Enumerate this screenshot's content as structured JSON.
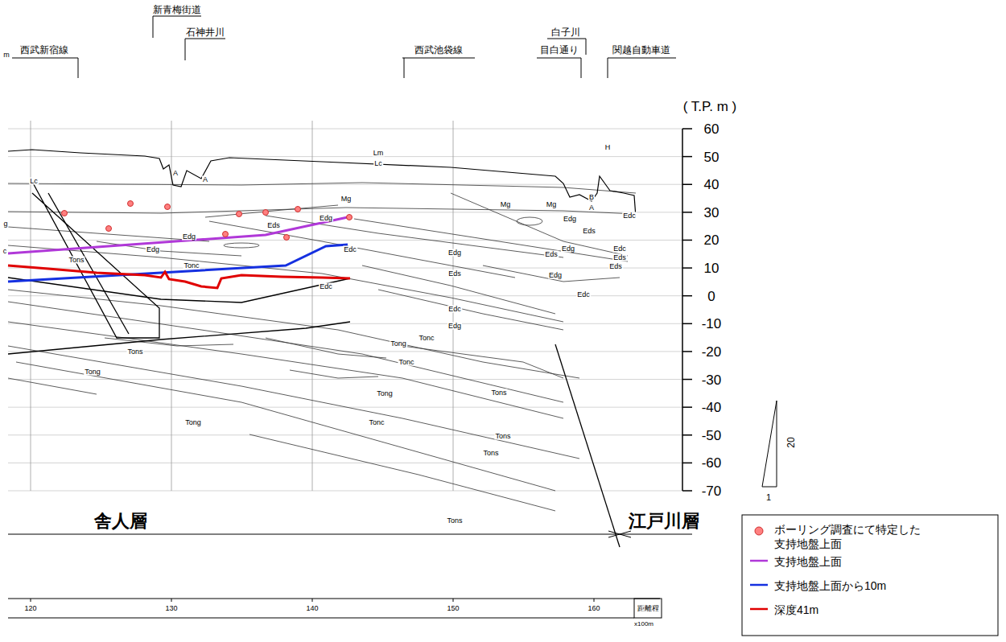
{
  "diagram": {
    "labels": [
      "西武新宿線",
      "新青梅街道",
      "石神井川",
      "西武池袋線",
      "白子川",
      "目白通り",
      "関越自動車道",
      "( T.P. m )",
      "60",
      "50",
      "40",
      "30",
      "20",
      "10",
      "0",
      "-10",
      "-20",
      "-30",
      "-40",
      "-50",
      "-60",
      "-70",
      "120",
      "130",
      "140",
      "150",
      "160",
      "距離程",
      "x100m",
      "舎人層",
      "江戸川層",
      "Tons",
      "20",
      "1",
      "m",
      "Lm",
      "Lc",
      "Lc",
      "A",
      "A",
      "H",
      "Mg",
      "Mg",
      "Mg",
      "B",
      "A",
      "g",
      "Eds",
      "Edg",
      "Edg",
      "Edg",
      "Edc",
      "Eds",
      "c",
      "Edg",
      "Edc",
      "Edg",
      "Edg",
      "Eds",
      "Edc",
      "Eds",
      "Eds",
      "Tons",
      "Tonc",
      "Eds",
      "Edg",
      "Edc",
      "Edc",
      "Edc",
      "Edg",
      "Tonc",
      "Tong",
      "Tons",
      "Tonc",
      "Tong",
      "Tong",
      "Tons",
      "Tonc",
      "Tong",
      "Tons",
      "Tons"
    ],
    "legend": [
      {
        "text": "ボーリング調査にて特定した 支持地盤上面"
      },
      {
        "text": "支持地盤上面"
      },
      {
        "text": "支持地盤上面から10m"
      },
      {
        "text": "深度41m"
      }
    ]
  }
}
